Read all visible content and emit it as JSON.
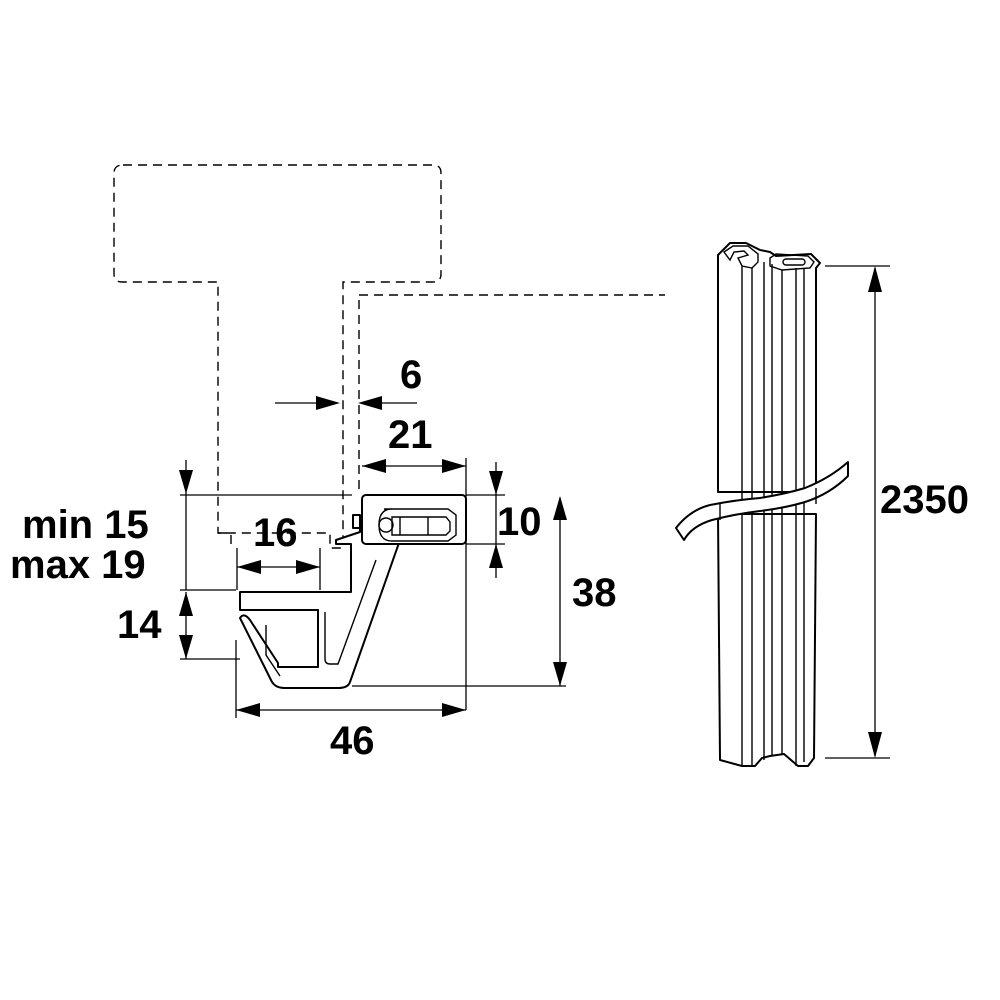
{
  "dimensions": {
    "gap": "6",
    "strip_width": "21",
    "strip_height": "10",
    "thickness_min": "min 15",
    "thickness_max": "max 19",
    "groove_width": "16",
    "hook_height": "14",
    "total_height": "38",
    "total_width": "46",
    "length": "2350"
  }
}
